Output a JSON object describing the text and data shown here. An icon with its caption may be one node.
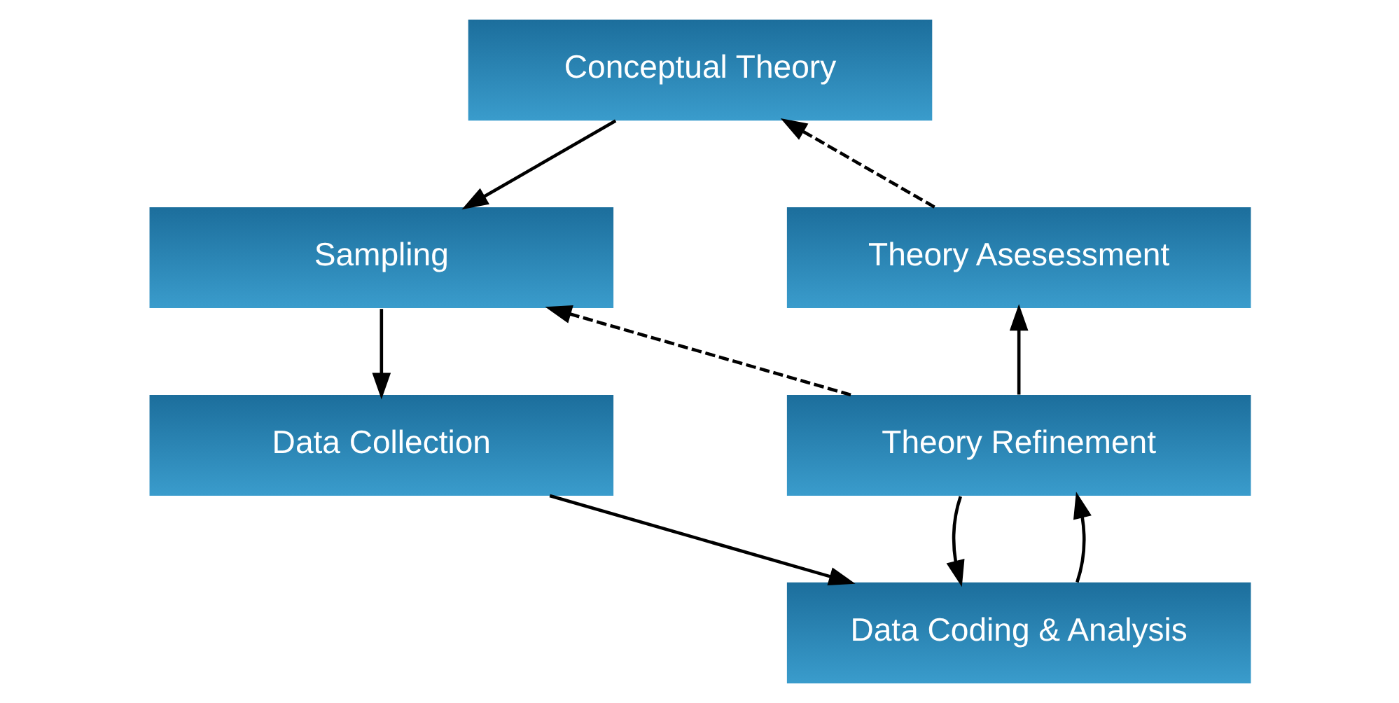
{
  "diagram": {
    "nodes": [
      {
        "text": [
          "Conceptual Theory"
        ]
      },
      {
        "text": [
          "Theory Asesessment"
        ]
      },
      {
        "text": [
          "Sampling"
        ]
      },
      {
        "text": [
          "Theory Refinement"
        ]
      },
      {
        "text": [
          "Data Collection"
        ]
      },
      {
        "text": [
          "Data Coding & Analysis"
        ]
      }
    ],
    "edges": [
      {
        "from": 0,
        "to": 2,
        "arrow": "to"
      },
      {
        "from": 2,
        "to": 4,
        "arrow": "to"
      },
      {
        "from": 4,
        "to": 5,
        "arrow": "to"
      },
      {
        "from": 5,
        "to": 3,
        "arrow": "to"
      },
      {
        "from": 3,
        "to": 5,
        "arrow": "to"
      },
      {
        "from": 3,
        "to": 1,
        "arrow": "to"
      },
      {
        "from": 1,
        "to": 0,
        "arrow": "to",
        "style": "dashed"
      },
      {
        "from": 3,
        "to": 2,
        "arrow": "to",
        "style": "dashed"
      }
    ]
  }
}
